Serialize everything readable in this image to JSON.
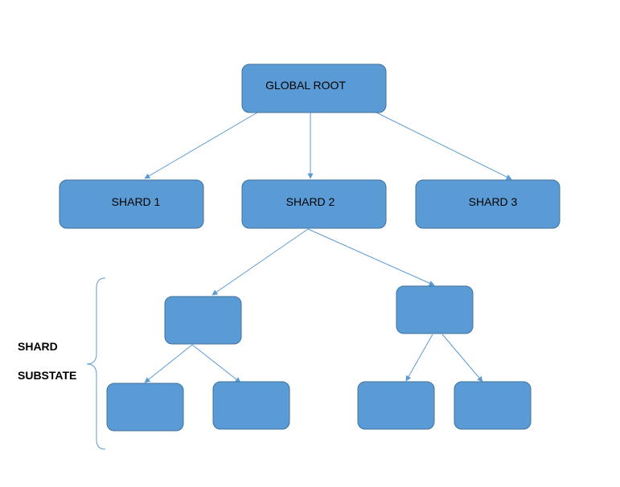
{
  "nodes": {
    "global_root": "GLOBAL ROOT",
    "shard_1": "SHARD 1",
    "shard_2": "SHARD 2",
    "shard_3": "SHARD 3"
  },
  "brace_label": {
    "line1": "SHARD",
    "line2": "SUBSTATE"
  },
  "colors": {
    "node_fill": "#5b9bd5",
    "node_stroke": "#41719c",
    "edge": "#5b9bd5"
  }
}
